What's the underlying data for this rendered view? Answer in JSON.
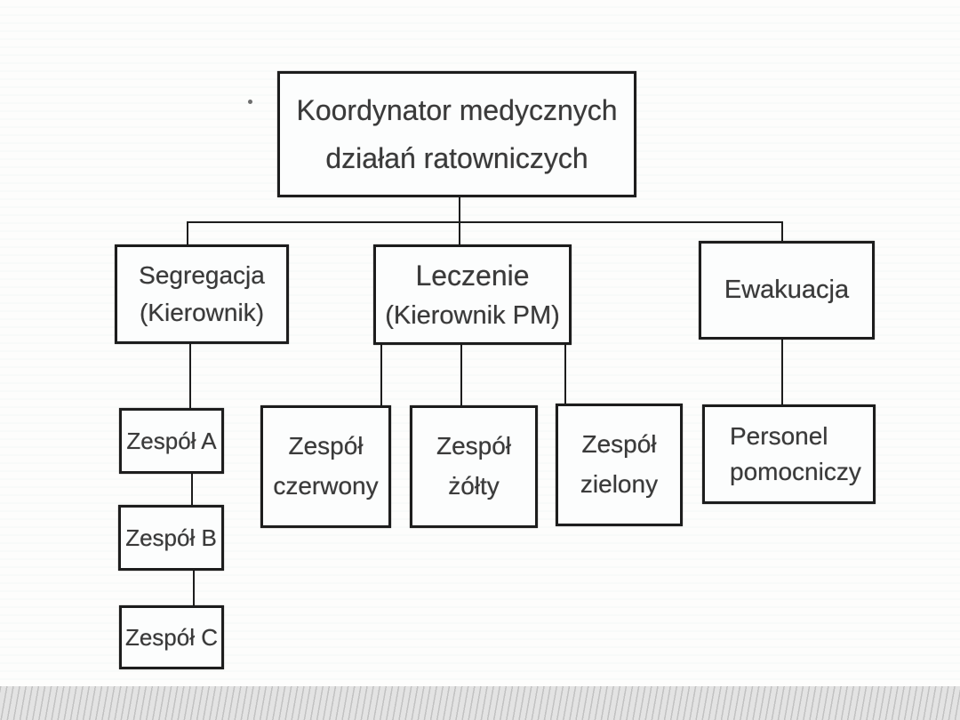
{
  "diagram": {
    "nodes": {
      "koordynator": {
        "lines": [
          "Koordynator medycznych",
          "działań ratowniczych"
        ]
      },
      "segregacja": {
        "lines": [
          "Segregacja",
          "(Kierownik)"
        ]
      },
      "leczenie": {
        "lines": [
          "Leczenie",
          "(Kierownik PM)"
        ]
      },
      "ewakuacja": {
        "lines": [
          "Ewakuacja"
        ]
      },
      "zespol_a": {
        "lines": [
          "Zespół A"
        ]
      },
      "zespol_b": {
        "lines": [
          "Zespół B"
        ]
      },
      "zespol_c": {
        "lines": [
          "Zespół C"
        ]
      },
      "zespol_czerwony": {
        "lines": [
          "Zespół",
          "czerwony"
        ]
      },
      "zespol_zolty": {
        "lines": [
          "Zespół",
          "żółty"
        ]
      },
      "zespol_zielony": {
        "lines": [
          "Zespół",
          "zielony"
        ]
      },
      "personel": {
        "lines": [
          "Personel",
          "pomocniczy"
        ]
      }
    },
    "edges": [
      {
        "from": "koordynator",
        "to": "segregacja"
      },
      {
        "from": "koordynator",
        "to": "leczenie"
      },
      {
        "from": "koordynator",
        "to": "ewakuacja"
      },
      {
        "from": "segregacja",
        "to": "zespol_a"
      },
      {
        "from": "zespol_a",
        "to": "zespol_b"
      },
      {
        "from": "zespol_b",
        "to": "zespol_c"
      },
      {
        "from": "leczenie",
        "to": "zespol_czerwony"
      },
      {
        "from": "leczenie",
        "to": "zespol_zolty"
      },
      {
        "from": "leczenie",
        "to": "zespol_zielony"
      },
      {
        "from": "ewakuacja",
        "to": "personel"
      }
    ],
    "colors": {
      "box_border": "#1d1d1d",
      "connector_line": "#1d1d1d",
      "text": "#3a3a3a",
      "page_background": "#fdfdfc",
      "footer_band": "#e3e3e3"
    }
  }
}
